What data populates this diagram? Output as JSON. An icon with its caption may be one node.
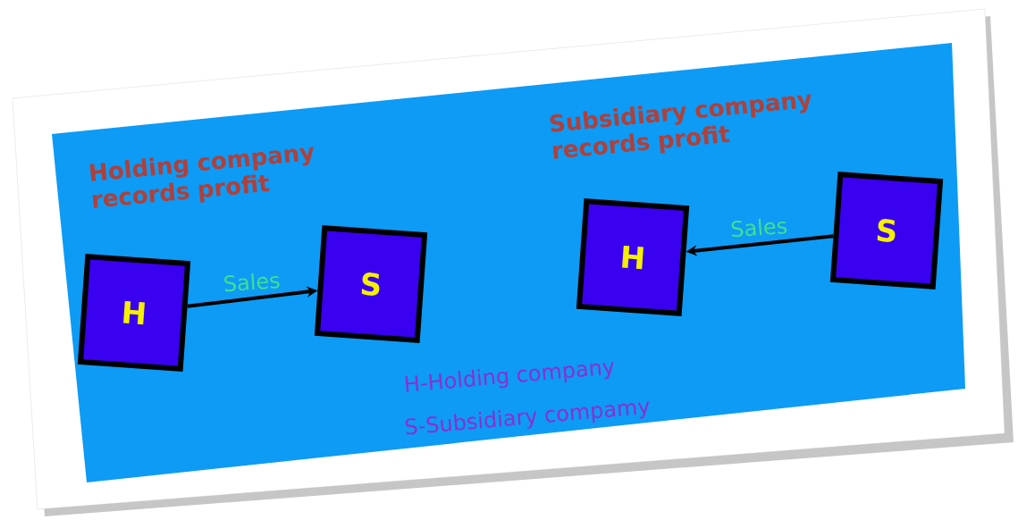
{
  "diagram": {
    "nodes": [
      {
        "text": [
          "H"
        ]
      },
      {
        "text": [
          "S"
        ]
      },
      {
        "text": [
          "H"
        ]
      },
      {
        "text": [
          "S"
        ]
      }
    ],
    "edges": [
      {
        "from": 0,
        "to": 1,
        "arrow": "to",
        "label": "Sales"
      },
      {
        "from": 3,
        "to": 2,
        "arrow": "to",
        "label": "Sales"
      }
    ],
    "labels": [
      "Holding company records profit",
      "Subsidiary company records profit",
      "H-Holding company",
      "S-Subsidiary compamy"
    ]
  }
}
